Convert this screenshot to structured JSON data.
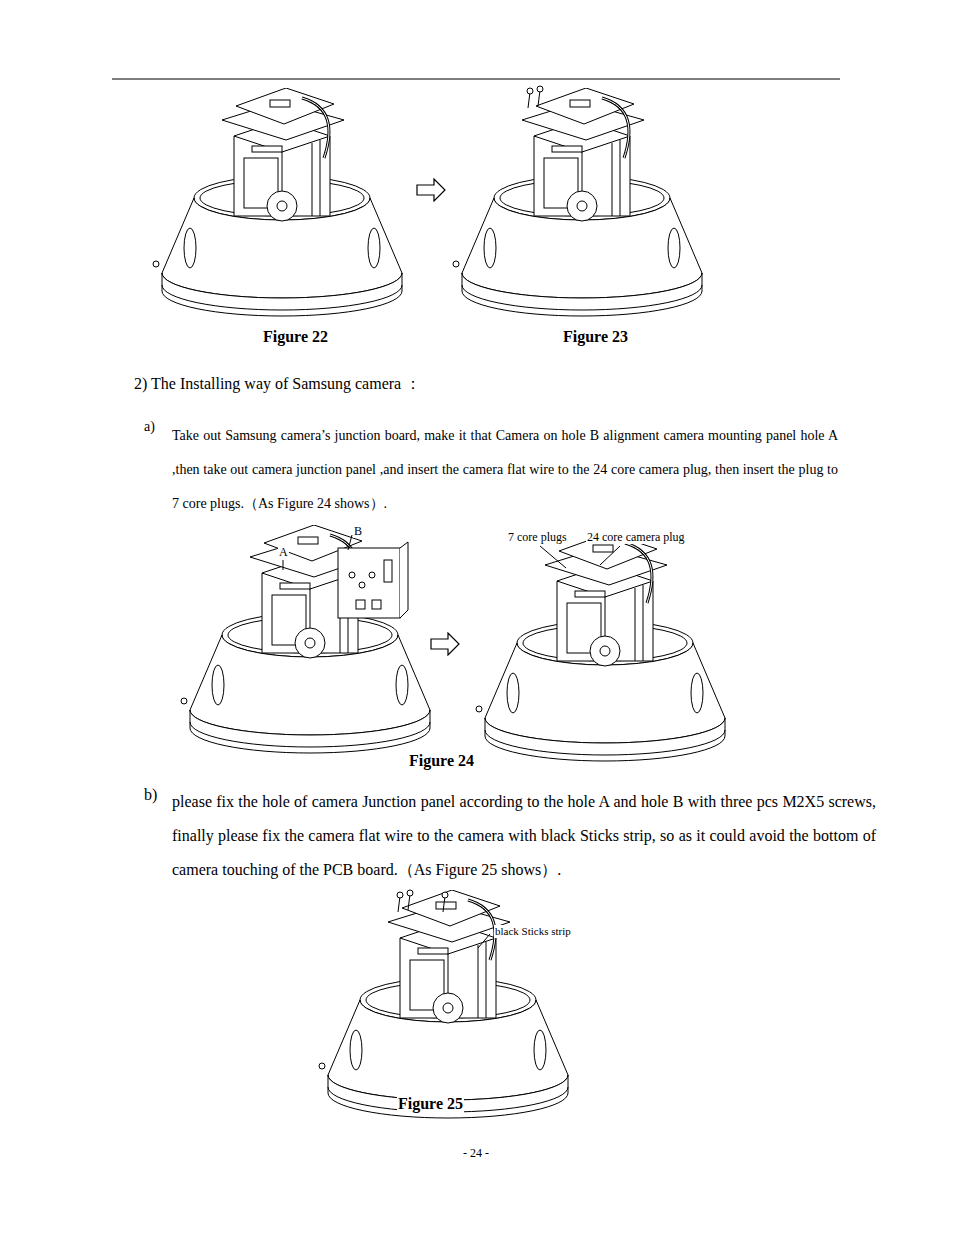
{
  "diagram": {
    "labels": [
      "Figure 22",
      "Figure 23",
      "2) The Installing way of Samsung camera ：",
      "a)",
      "Take out Samsung camera’s junction board, make it that Camera on hole B alignment camera mounting panel hole A ,then take out camera junction panel ,and insert the camera flat wire to the 24 core camera plug, then insert the plug to 7 core plugs.（As Figure 24 shows）.",
      "B",
      "A",
      "7 core plugs",
      "24 core camera plug",
      "Figure 24",
      "b)",
      "please fix the hole of camera Junction panel according to the hole A and hole B with three pcs M2X5 screws, finally please fix the camera flat wire to the camera with black Sticks strip, so as it could avoid the bottom of camera touching of the PCB board.（As Figure 25 shows）.",
      "black Sticks strip",
      "Figure 25",
      "- 24 -"
    ]
  }
}
